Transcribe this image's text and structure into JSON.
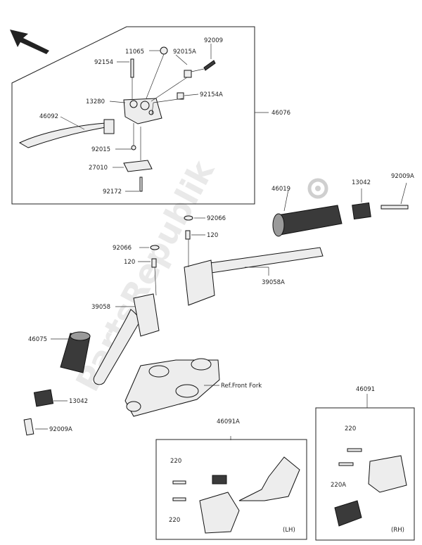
{
  "labels": {
    "p11065": "11065",
    "p92009_top": "92009",
    "p92154": "92154",
    "p92015A": "92015A",
    "p13280": "13280",
    "p92154A": "92154A",
    "p46092": "46092",
    "p46076": "46076",
    "p92015": "92015",
    "p27010": "27010",
    "p92172": "92172",
    "p92066_a": "92066",
    "p120_a": "120",
    "p92066_b": "92066",
    "p120_b": "120",
    "p39058A": "39058A",
    "p39058": "39058",
    "p46075": "46075",
    "p13042_l": "13042",
    "p92009A_l": "92009A",
    "p46019": "46019",
    "p13042_r": "13042",
    "p92009A_r": "92009A",
    "ref_front_fork": "Ref.Front Fork",
    "p46091A": "46091A",
    "p46091": "46091",
    "p220_l1": "220",
    "p220_l2": "220",
    "p220_r": "220",
    "p220A": "220A",
    "lh": "(LH)",
    "rh": "(RH)"
  },
  "watermark": "PartsRepublik",
  "icons": [
    "front-arrow-icon",
    "gear-logo-icon"
  ]
}
